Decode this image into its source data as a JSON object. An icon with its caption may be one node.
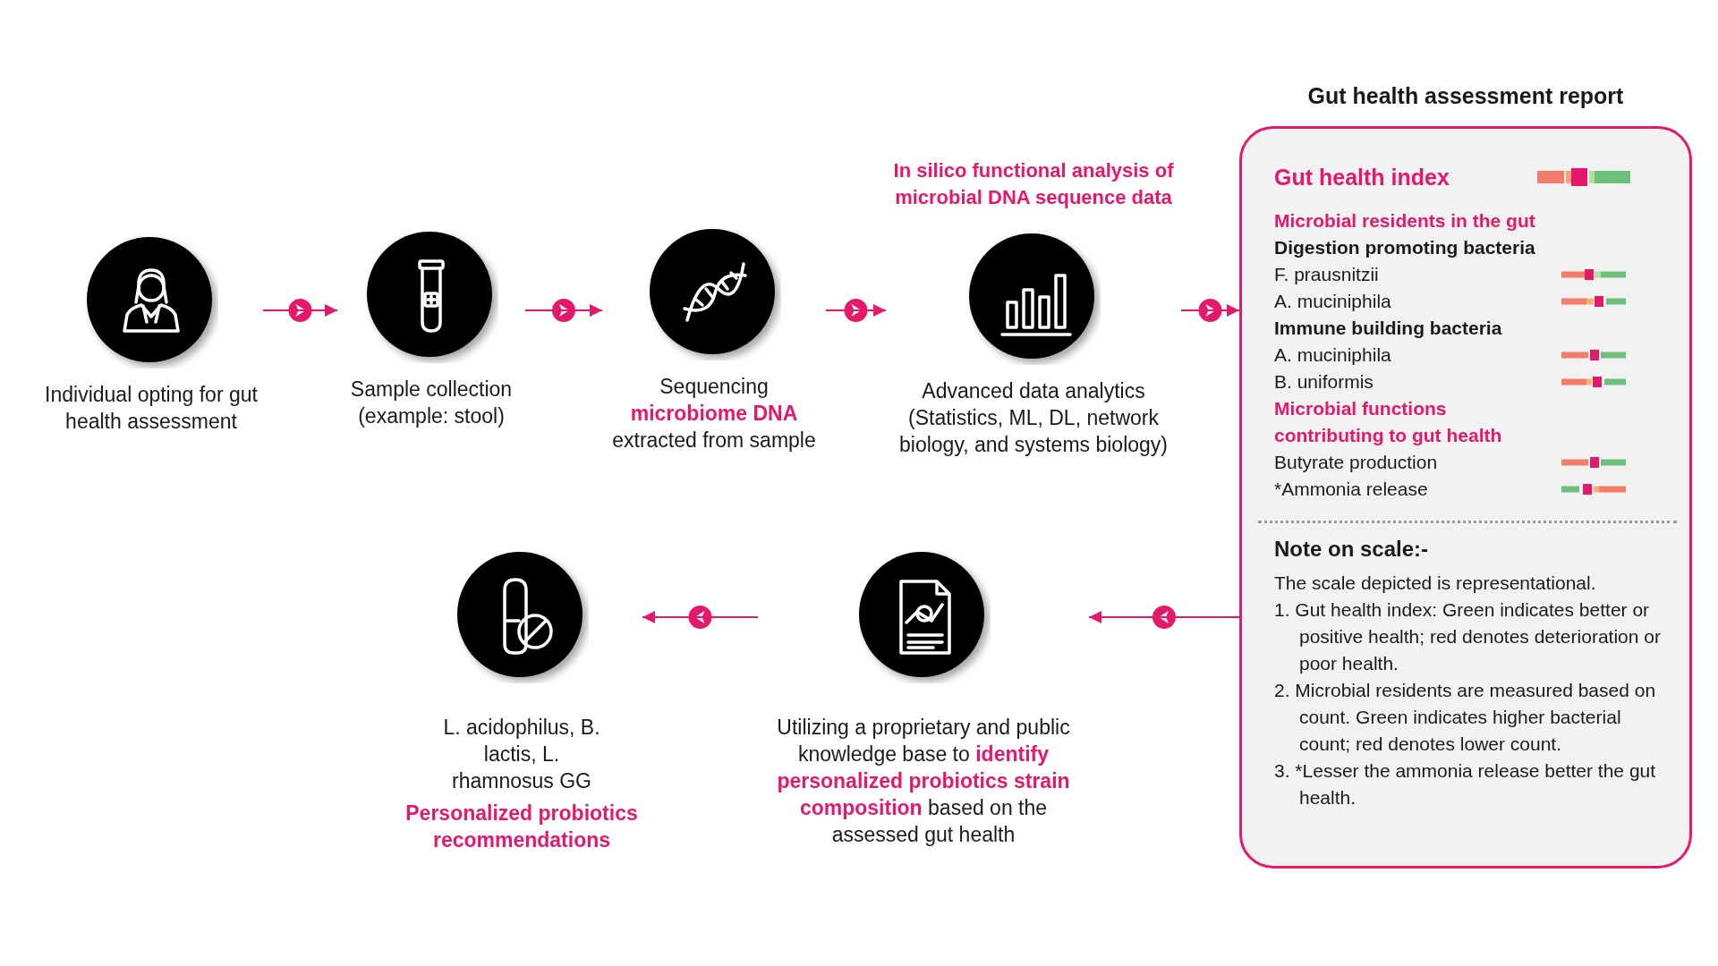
{
  "diagram": {
    "nodes": [
      {
        "text": [
          "Individual opting for gut health assessment"
        ]
      },
      {
        "text": [
          "Sample collection (example: stool)"
        ]
      },
      {
        "text": [
          "Sequencing **microbiome DNA** extracted from sample"
        ]
      },
      {
        "text": [
          "In silico functional analysis of microbial DNA sequence data",
          "Advanced data analytics (Statistics, ML, DL, network biology, and systems biology)"
        ]
      },
      {
        "text": [
          "Utilizing a proprietary and public knowledge base to **identify personalized probiotics strain composition** based on the assessed gut health"
        ]
      },
      {
        "text": [
          "L. acidophilus, B. lactis, L. rhamnosus GG",
          "Personalized probiotics recommendations"
        ]
      },
      {
        "text": [
          "Gut health assessment report",
          "Gut health index",
          "Microbial residents in the gut",
          "Digestion promoting bacteria",
          "F.  prausnitzii",
          "A.  muciniphila",
          "Immune building bacteria",
          "A.  muciniphila",
          "B.  uniformis",
          "Microbial functions contributing to gut health",
          "Butyrate production",
          "*Ammonia release",
          "Note on scale:-",
          "The scale depicted is representational.",
          "1. Gut health index: Green indicates better or positive health; red denotes deterioration or poor health.",
          "2. Microbial residents are measured based on count. Green indicates higher bacterial count; red denotes lower count.",
          "3. *Lesser the ammonia release better the gut health."
        ]
      }
    ],
    "edges": [
      {
        "from": 0,
        "to": 1,
        "arrow": "to"
      },
      {
        "from": 1,
        "to": 2,
        "arrow": "to"
      },
      {
        "from": 2,
        "to": 3,
        "arrow": "to"
      },
      {
        "from": 3,
        "to": 6,
        "arrow": "to"
      },
      {
        "from": 6,
        "to": 4,
        "arrow": "to"
      },
      {
        "from": 4,
        "to": 5,
        "arrow": "to"
      }
    ]
  }
}
